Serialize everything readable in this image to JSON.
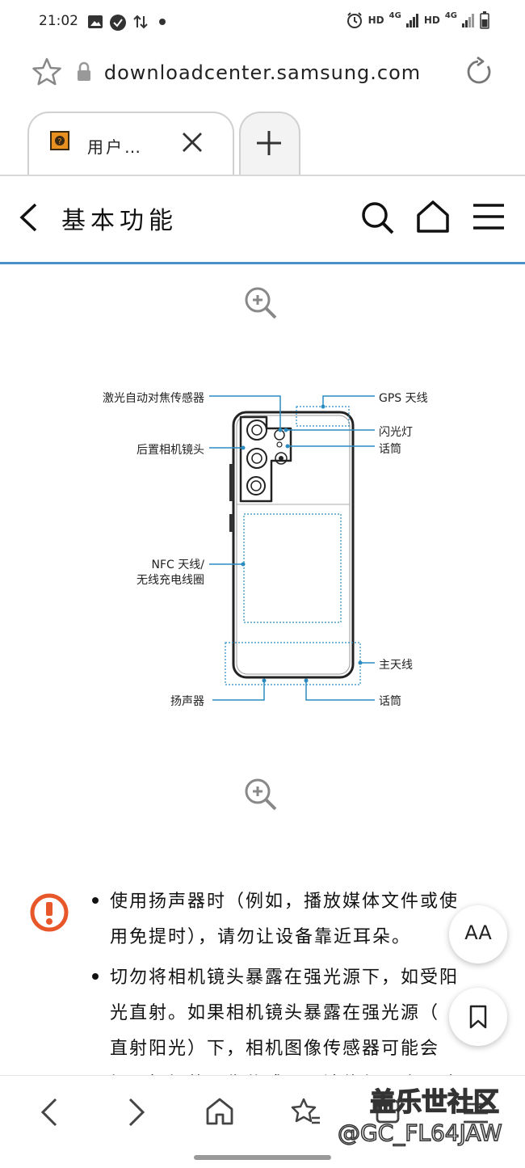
{
  "status": {
    "time": "21:02",
    "net1": "HD",
    "sig1": "4G",
    "net2": "HD",
    "sig2": "4G"
  },
  "browser": {
    "url": "downloadcenter.samsung.com",
    "tab_label": "用户…"
  },
  "header": {
    "title": "基本功能"
  },
  "diagram": {
    "labels": {
      "laser_af": "激光自动对焦传感器",
      "rear_camera": "后置相机镜头",
      "nfc_1": "NFC 天线/",
      "nfc_2": "无线充电线圈",
      "speaker": "扬声器",
      "gps": "GPS 天线",
      "flash": "闪光灯",
      "mic_top": "话筒",
      "main_antenna": "主天线",
      "mic_bottom": "话筒"
    }
  },
  "content": {
    "bullet1_line1": "使用扬声器时（例如，播放媒体文件或使",
    "bullet1_line2": "用免提时），请勿让设备靠近耳朵。",
    "bullet2_line1": "切勿将相机镜头暴露在强光源下，如受阳",
    "bullet2_line2": "光直射。如果相机镜头暴露在强光源（",
    "bullet2_line3": "直射阳光）下，相机图像传感器可能会",
    "bullet2_line4": "坏。损坏的图像传感器无法修复，会导致"
  },
  "fab": {
    "text_size": "AA"
  },
  "watermark": {
    "line1": "盖乐世社区",
    "line2": "@GC_FL64JAW"
  },
  "colors": {
    "accent": "#4a90c8",
    "warning": "#e8572a",
    "diagram_line": "#2a8cc0"
  }
}
